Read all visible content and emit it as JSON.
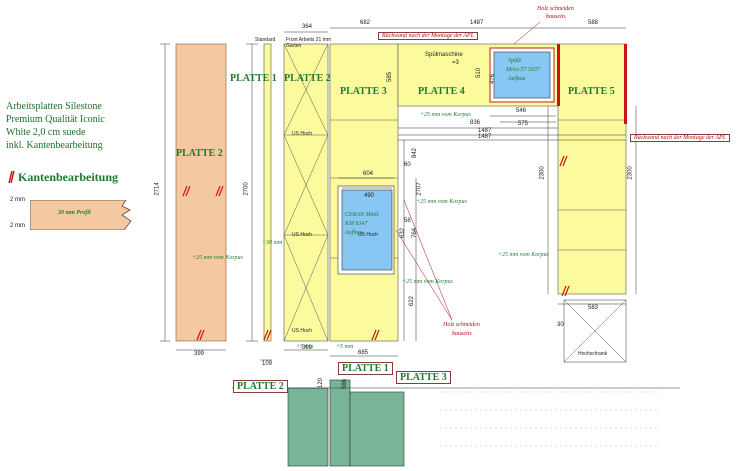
{
  "spec_lines": [
    "Arbeitsplatten Silestone",
    "Premium Qualität Iconic",
    "White 2,0 cm suede",
    "inkl. Kantenbearbeitung"
  ],
  "edge_title": "Kantenbearbeitung",
  "profile": {
    "label": "20 mm Profil",
    "dim_top": "2 mm",
    "dim_bottom": "2 mm"
  },
  "plates": {
    "p2_big": "PLATTE 2",
    "p1_strip": "PLATTE 1",
    "p2_tall": "PLATTE 2",
    "p3": "PLATTE 3",
    "p4": "PLATTE 4",
    "p5": "PLATTE 5",
    "bottom_p1": "PLATTE 1",
    "bottom_p2": "PLATTE 2",
    "bottom_p3": "PLATTE 3"
  },
  "dims": {
    "d2714": "2714",
    "d399_left": "399",
    "d2700": "2700",
    "d109": "109",
    "d364": "364",
    "d682": "682",
    "d1487_top": "1487",
    "d588": "588",
    "d585_left": "585",
    "d510": "510",
    "d476": "476",
    "d836": "836",
    "d575": "575",
    "d546": "546",
    "d1487_a": "1487",
    "d1487_b": "1487",
    "d604": "604",
    "d490": "490",
    "d60": "60",
    "d2707": "2707",
    "d632": "632",
    "d764": "764",
    "d58": "58",
    "d622": "622",
    "d842": "842",
    "d399_bottom": "399",
    "d685": "685",
    "d2300_a": "2300",
    "d2300_b": "2300",
    "d583": "583",
    "d30": "30",
    "d120": "120",
    "d586": "586"
  },
  "notes": {
    "rueckwand_top": "Rückwand nach der Montage der APL",
    "rueckwand_right": "Rückwand nach der Montage der APL",
    "holz_top_1": "Holz schneiden",
    "holz_top_2": "bauseits",
    "holz_bottom_1": "Holz schneiden",
    "holz_bottom_2": "bauseits",
    "korpus_a": "+25 mm vom Korpus",
    "korpus_b": "+25 mm vom Korpus",
    "korpus_c": "+25 mm vom Korpus",
    "korpus_d": "+25 mm vom Korpus",
    "korpus_e": "+25 mm vom Korpus",
    "plus30": "+30 mm",
    "plus5_a": "+5 mm",
    "plus5_b": "+5 mm",
    "spuele_1": "Spüle",
    "spuele_2": "Mera 57 5037",
    "spuele_3": "Aufbau",
    "ceran_1": "CERAN Miele",
    "ceran_2": "KM 6347",
    "ceran_3": "Aufbau",
    "spuelmaschine": "Spülmaschine",
    "backofen_1": "Front Arbeits 21 mm",
    "backofen_2": "Garten",
    "standard": "Standard",
    "us_hoch_a": "US Hoch",
    "us_hoch_b": "US Hoch",
    "us_hoch_c": "US Hoch",
    "us_hoch_d": "US Hoch",
    "hochschrank": "Hochschrank",
    "eq": "=3"
  },
  "colors": {
    "wood": "#f4c9a2",
    "plate": "#fbfb9e",
    "glass": "#88c6f4",
    "stone": "#78b598",
    "edge_red": "#c81414",
    "label_green": "#1e7a32"
  }
}
